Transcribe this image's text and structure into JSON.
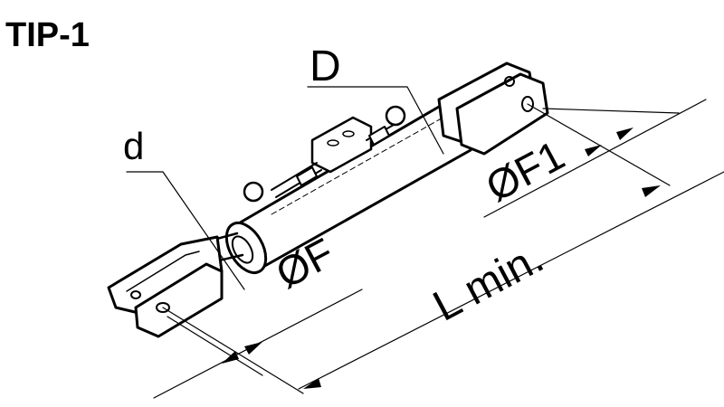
{
  "title": "TIP-1",
  "labels": {
    "rod_diameter": "d",
    "cylinder_diameter": "D",
    "pin_diameter_front": "ØF",
    "pin_diameter_rear": "ØF1",
    "min_length": "L min."
  }
}
